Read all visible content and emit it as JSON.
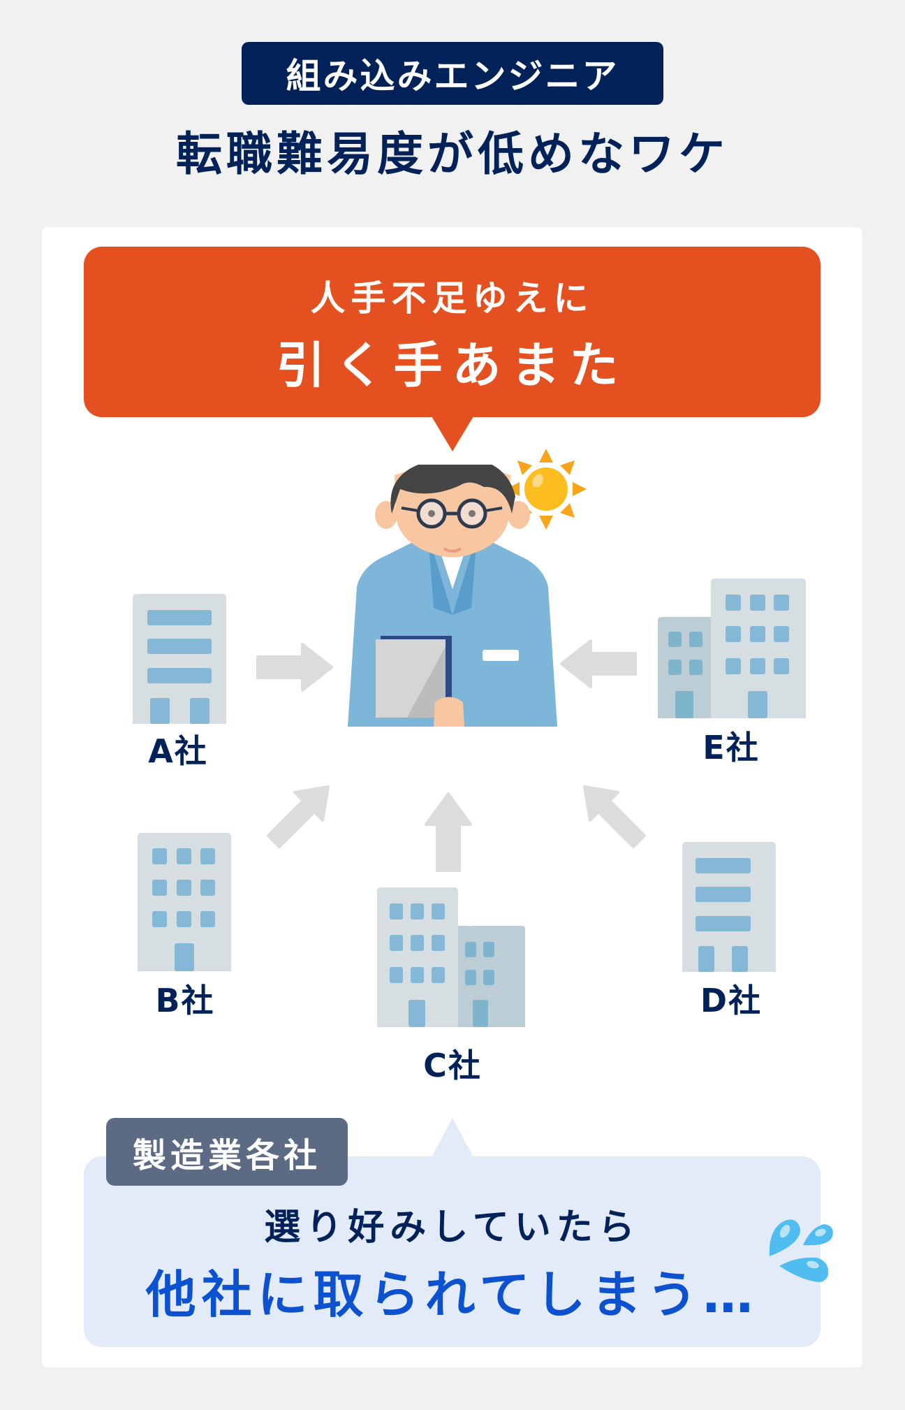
{
  "header": {
    "tag": "組み込みエンジニア",
    "title": "転職難易度が低めなワケ"
  },
  "top_bubble": {
    "line1": "人手不足ゆえに",
    "line2": "引く手あまた"
  },
  "center_figure": {
    "person": "engineer-with-glasses-holding-notebook",
    "sun": "sun-icon"
  },
  "companies": [
    {
      "id": "A",
      "label": "A社",
      "building": "single-tower-horizontal-windows",
      "arrow": "arrow-right"
    },
    {
      "id": "B",
      "label": "B社",
      "building": "single-tower-grid-windows",
      "arrow": "arrow-up-right"
    },
    {
      "id": "C",
      "label": "C社",
      "building": "twin-buildings",
      "arrow": "arrow-up"
    },
    {
      "id": "D",
      "label": "D社",
      "building": "single-tower-horizontal-windows",
      "arrow": "arrow-up-left"
    },
    {
      "id": "E",
      "label": "E社",
      "building": "twin-buildings",
      "arrow": "arrow-left"
    }
  ],
  "bottom_bubble": {
    "tag": "製造業各社",
    "line1": "選り好みしていたら",
    "line2": "他社に取られてしまう…",
    "icon": "sweat-drops-icon"
  },
  "colors": {
    "background": "#f1f1f1",
    "card": "#ffffff",
    "navy": "#012259",
    "orange": "#e4501f",
    "bubble_blue": "#e3ebf9",
    "accent_blue": "#0b51d0",
    "gray_tag": "#5c6a84",
    "building_light": "#d6dee2",
    "building_dark": "#bccdd6",
    "window_blue": "#84b8d6",
    "arrow_gray": "#dcdcdc",
    "shirt_blue": "#7eb6d9",
    "sun_yellow": "#fbbd1f",
    "sun_ray": "#f9a51c",
    "drop_blue": "#4fbdf0"
  }
}
